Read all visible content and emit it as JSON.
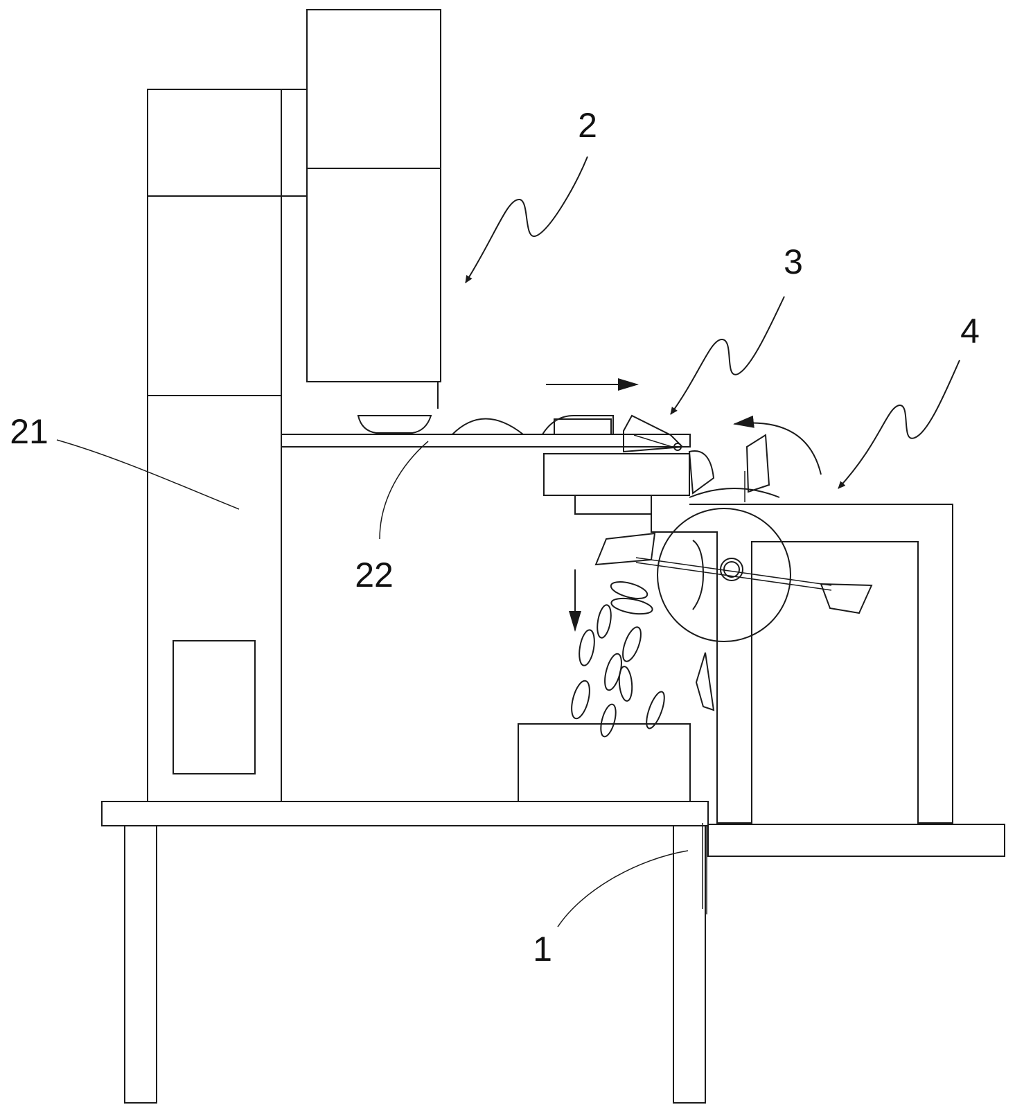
{
  "figure": {
    "labels": {
      "base_table": "1",
      "feeding_mechanism": "2",
      "clamping_mechanism": "3",
      "cutting_mechanism": "4",
      "storage_cabinet": "21",
      "conveyor_track": "22"
    },
    "colors": {
      "line": "#1a1a1a",
      "background": "#ffffff"
    },
    "icons": [
      "feed-direction-arrow-icon",
      "fall-direction-arrow-icon",
      "rotation-arrow-icon"
    ]
  }
}
